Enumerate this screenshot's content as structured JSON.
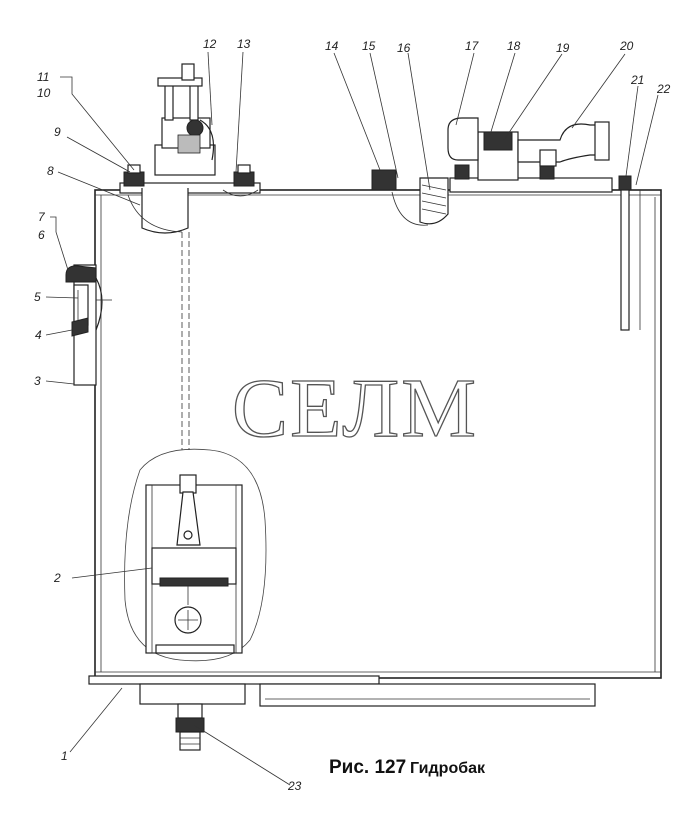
{
  "watermark": "СЕЛМ",
  "caption": {
    "figure": "Рис. 127",
    "title": "Гидробак"
  },
  "callouts": [
    {
      "id": "c1",
      "label": "1"
    },
    {
      "id": "c2",
      "label": "2"
    },
    {
      "id": "c3",
      "label": "3"
    },
    {
      "id": "c4",
      "label": "4"
    },
    {
      "id": "c5",
      "label": "5"
    },
    {
      "id": "c6",
      "label": "6"
    },
    {
      "id": "c7",
      "label": "7"
    },
    {
      "id": "c8",
      "label": "8"
    },
    {
      "id": "c9",
      "label": "9"
    },
    {
      "id": "c10",
      "label": "10"
    },
    {
      "id": "c11",
      "label": "11"
    },
    {
      "id": "c12",
      "label": "12"
    },
    {
      "id": "c13",
      "label": "13"
    },
    {
      "id": "c14",
      "label": "14"
    },
    {
      "id": "c15",
      "label": "15"
    },
    {
      "id": "c16",
      "label": "16"
    },
    {
      "id": "c17",
      "label": "17"
    },
    {
      "id": "c18",
      "label": "18"
    },
    {
      "id": "c19",
      "label": "19"
    },
    {
      "id": "c20",
      "label": "20"
    },
    {
      "id": "c21",
      "label": "21"
    },
    {
      "id": "c22",
      "label": "22"
    },
    {
      "id": "c23",
      "label": "23"
    }
  ]
}
